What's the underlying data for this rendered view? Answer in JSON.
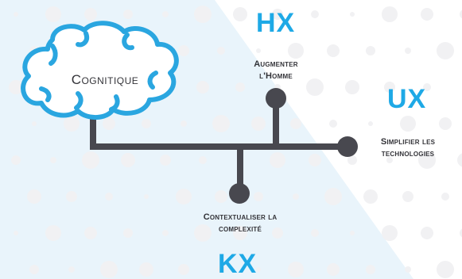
{
  "brain": {
    "label": "Cognitique",
    "icon": "brain-icon",
    "color": "#2aa6e0"
  },
  "hx": {
    "title": "HX",
    "lines": [
      "Augmenter",
      "l'Homme"
    ]
  },
  "ux": {
    "title": "UX",
    "lines": [
      "Simplifier les",
      "technologies"
    ]
  },
  "kx": {
    "title": "KX",
    "lines": [
      "Contextualiser la",
      "complexité"
    ]
  },
  "colors": {
    "accent": "#1ea9e6",
    "connector": "#48484f",
    "text": "#333338"
  }
}
